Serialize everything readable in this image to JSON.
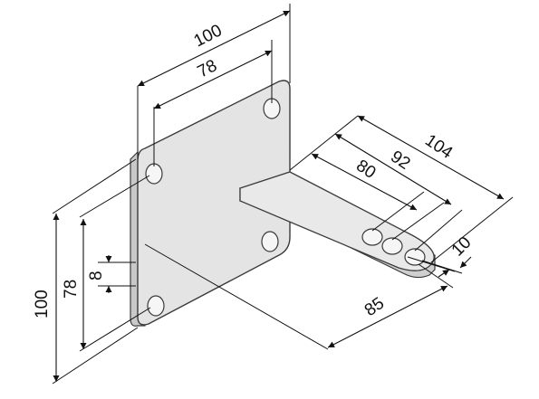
{
  "drawing": {
    "colors": {
      "background": "#ffffff",
      "line": "#111111",
      "plate_fill": "#e4e4e4",
      "plate_shade": "#c9c9c9",
      "plate_edge": "#3a3a3a",
      "hole_fill": "#f6f6f6"
    },
    "dimensions": {
      "plate_width_outer": "100",
      "plate_width_holes": "78",
      "plate_height_outer": "100",
      "plate_height_holes": "78",
      "hole_edge_offset": "8",
      "arm_length_total": "104",
      "arm_hole_far": "92",
      "arm_hole_near": "80",
      "arm_hole_spacing": "10",
      "arm_offset": "85"
    }
  }
}
